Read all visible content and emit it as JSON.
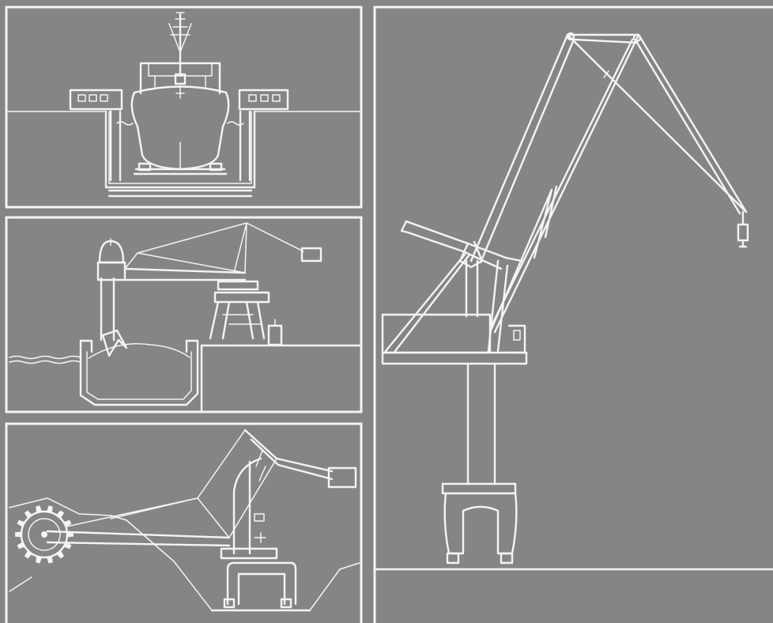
{
  "figure": {
    "background_color": "#858585",
    "line_color": "#f4f4f4",
    "panels": [
      {
        "id": "ship-dock"
      },
      {
        "id": "grab-unloader"
      },
      {
        "id": "bucket-wheel-reclaimer"
      },
      {
        "id": "portal-crane"
      }
    ]
  }
}
